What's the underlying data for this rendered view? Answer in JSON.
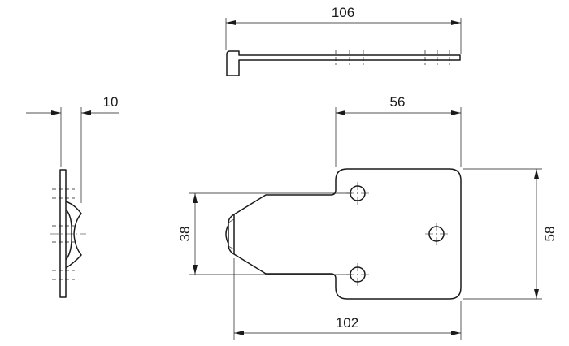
{
  "drawing": {
    "dimensions": {
      "top_length": "106",
      "side_offset": "10",
      "hole_offset": "56",
      "neck_height": "38",
      "plate_height": "58",
      "overall_length": "102"
    }
  }
}
